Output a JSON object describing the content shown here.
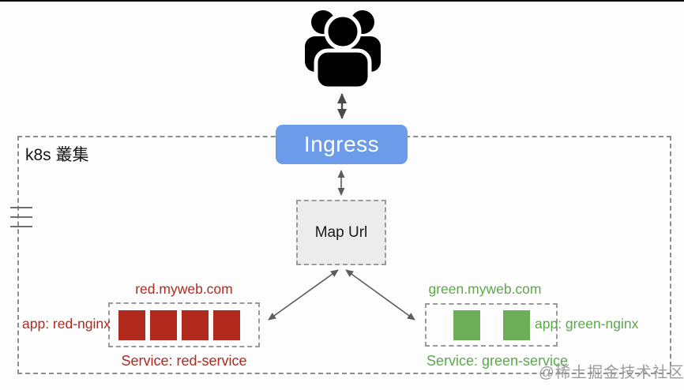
{
  "cluster": {
    "label": "k8s 叢集",
    "border_color": "#8d8d8d"
  },
  "ingress": {
    "label": "Ingress",
    "bg": "#6c9be9",
    "text_color": "#ffffff"
  },
  "map_url": {
    "label": "Map Url",
    "bg": "#ececec"
  },
  "red_group": {
    "domain": "red.myweb.com",
    "app_label": "app: red-nginx",
    "service_label": "Service: red-service",
    "text_color": "#b02a1e",
    "pod_color": "#b22a1e",
    "pod_count": 4
  },
  "green_group": {
    "domain": "green.myweb.com",
    "app_label": "app: green-nginx",
    "service_label": "Service: green-service",
    "text_color": "#5ba94a",
    "pod_color": "#6cae57",
    "pod_count": 2
  },
  "watermark": {
    "text": "@稀土掘金技术社区",
    "color": "#9b9b9b"
  },
  "icons": {
    "users": "users-group-icon"
  }
}
